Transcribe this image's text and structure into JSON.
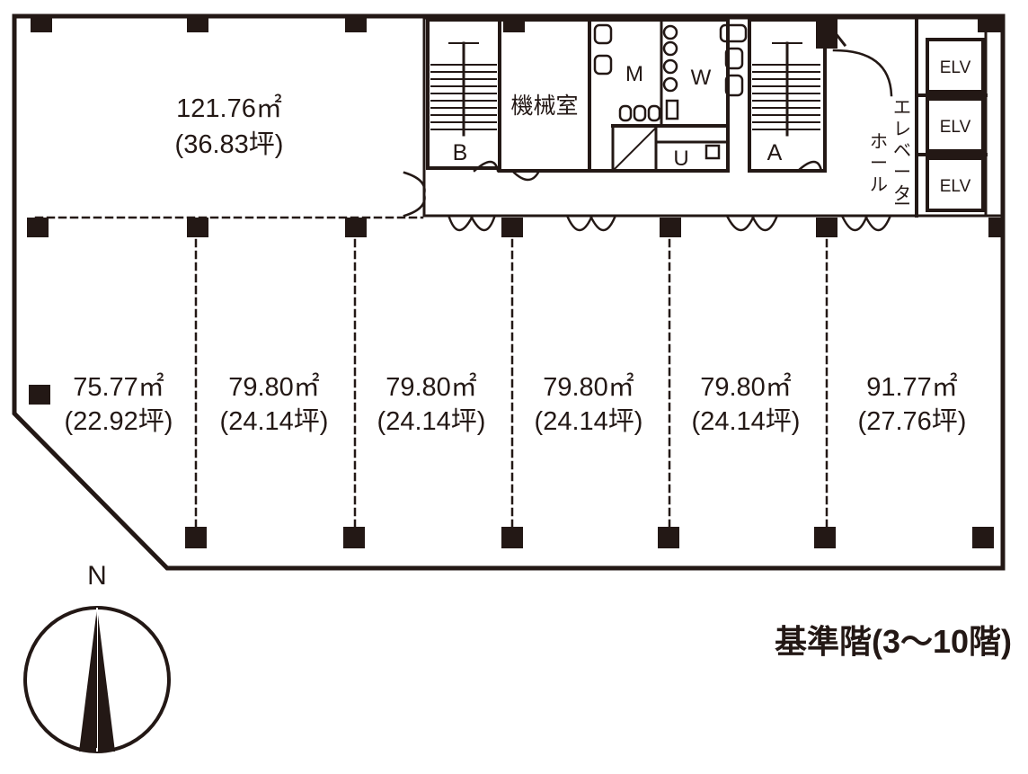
{
  "colors": {
    "ink": "#231815",
    "paper": "#ffffff"
  },
  "units": [
    {
      "area": "121.76㎡",
      "tsubo": "(36.83坪)"
    },
    {
      "area": "75.77㎡",
      "tsubo": "(22.92坪)"
    },
    {
      "area": "79.80㎡",
      "tsubo": "(24.14坪)"
    },
    {
      "area": "79.80㎡",
      "tsubo": "(24.14坪)"
    },
    {
      "area": "79.80㎡",
      "tsubo": "(24.14坪)"
    },
    {
      "area": "79.80㎡",
      "tsubo": "(24.14坪)"
    },
    {
      "area": "91.77㎡",
      "tsubo": "(27.76坪)"
    }
  ],
  "core": {
    "machine_room": "機械室",
    "stair_b": "B",
    "stair_a": "A",
    "toilet_m": "M",
    "toilet_w": "W",
    "toilet_u": "U",
    "elevators": [
      "ELV",
      "ELV",
      "ELV"
    ],
    "elevator_hall": [
      "エ",
      "レ",
      "ベ",
      "ー",
      "タ",
      "ー",
      "ホ",
      "ー",
      "ル"
    ]
  },
  "compass": {
    "label": "N",
    "icon": "north-arrow-icon"
  },
  "floor_title": "基準階(3〜10階)"
}
